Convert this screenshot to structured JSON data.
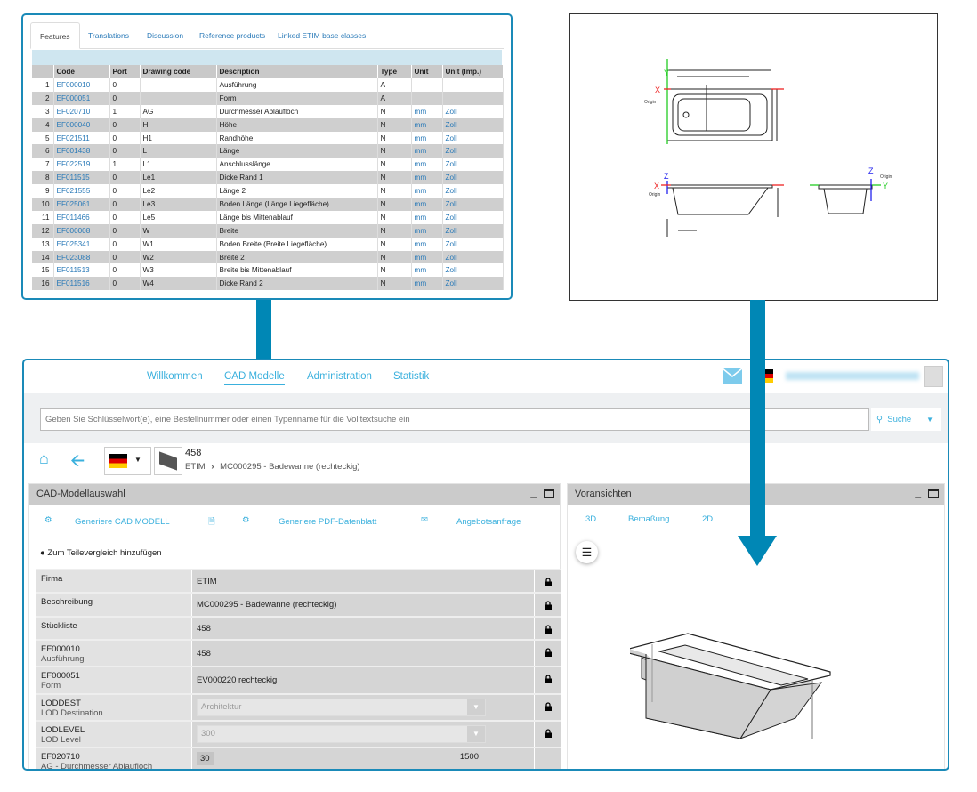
{
  "features_panel": {
    "tabs": [
      "Features",
      "Translations",
      "Discussion",
      "Reference products",
      "Linked ETIM base classes"
    ],
    "columns": [
      "",
      "Code",
      "Port",
      "Drawing code",
      "Description",
      "Type",
      "Unit",
      "Unit (Imp.)"
    ],
    "rows": [
      [
        "1",
        "EF000010",
        "0",
        "",
        "Ausführung",
        "A",
        "",
        ""
      ],
      [
        "2",
        "EF000051",
        "0",
        "",
        "Form",
        "A",
        "",
        ""
      ],
      [
        "3",
        "EF020710",
        "1",
        "AG",
        "Durchmesser Ablaufloch",
        "N",
        "mm",
        "Zoll"
      ],
      [
        "4",
        "EF000040",
        "0",
        "H",
        "Höhe",
        "N",
        "mm",
        "Zoll"
      ],
      [
        "5",
        "EF021511",
        "0",
        "H1",
        "Randhöhe",
        "N",
        "mm",
        "Zoll"
      ],
      [
        "6",
        "EF001438",
        "0",
        "L",
        "Länge",
        "N",
        "mm",
        "Zoll"
      ],
      [
        "7",
        "EF022519",
        "1",
        "L1",
        "Anschlusslänge",
        "N",
        "mm",
        "Zoll"
      ],
      [
        "8",
        "EF011515",
        "0",
        "Le1",
        "Dicke Rand 1",
        "N",
        "mm",
        "Zoll"
      ],
      [
        "9",
        "EF021555",
        "0",
        "Le2",
        "Länge 2",
        "N",
        "mm",
        "Zoll"
      ],
      [
        "10",
        "EF025061",
        "0",
        "Le3",
        "Boden Länge (Länge Liegefläche)",
        "N",
        "mm",
        "Zoll"
      ],
      [
        "11",
        "EF011466",
        "0",
        "Le5",
        "Länge bis Mittenablauf",
        "N",
        "mm",
        "Zoll"
      ],
      [
        "12",
        "EF000008",
        "0",
        "W",
        "Breite",
        "N",
        "mm",
        "Zoll"
      ],
      [
        "13",
        "EF025341",
        "0",
        "W1",
        "Boden Breite (Breite Liegefläche)",
        "N",
        "mm",
        "Zoll"
      ],
      [
        "14",
        "EF023088",
        "0",
        "W2",
        "Breite 2",
        "N",
        "mm",
        "Zoll"
      ],
      [
        "15",
        "EF011513",
        "0",
        "W3",
        "Breite bis Mittenablauf",
        "N",
        "mm",
        "Zoll"
      ],
      [
        "16",
        "EF011516",
        "0",
        "W4",
        "Dicke Rand 2",
        "N",
        "mm",
        "Zoll"
      ]
    ]
  },
  "drawing": {
    "axis_x": "X",
    "axis_y": "Y",
    "axis_z": "Z",
    "origin": "Origin"
  },
  "app": {
    "nav": [
      "Willkommen",
      "CAD Modelle",
      "Administration",
      "Statistik"
    ],
    "search_placeholder": "Geben Sie Schlüsselwort(e), eine Bestellnummer oder einen Typenname für die Volltextsuche ein",
    "search_button": "Suche",
    "product_number": "458",
    "breadcrumb": [
      "ETIM",
      "MC000295 - Badewanne (rechteckig)"
    ],
    "breadcrumb_sep": "›",
    "left_panel": {
      "title": "CAD-Modellauswahl",
      "actions": [
        "Generiere CAD MODELL",
        "Generiere PDF-Datenblatt",
        "Angebotsanfrage"
      ],
      "compare": "Zum Teilevergleich hinzufügen",
      "rows": [
        {
          "label": "Firma",
          "sub": "",
          "value": "ETIM"
        },
        {
          "label": "Beschreibung",
          "sub": "",
          "value": "MC000295 - Badewanne (rechteckig)"
        },
        {
          "label": "Stückliste",
          "sub": "",
          "value": "458"
        },
        {
          "label": "EF000010",
          "sub": "Ausführung",
          "value": "458"
        },
        {
          "label": "EF000051",
          "sub": "Form",
          "value": "EV000220 rechteckig"
        },
        {
          "label": "LODDEST",
          "sub": "LOD Destination",
          "value": "Architektur"
        },
        {
          "label": "LODLEVEL",
          "sub": "LOD Level",
          "value": "300"
        },
        {
          "label": "EF020710",
          "sub": "AG - Durchmesser Ablaufloch",
          "min": "30",
          "max": "1500"
        }
      ]
    },
    "right_panel": {
      "title": "Voransichten",
      "tabs": [
        "3D",
        "Bemaßung",
        "2D"
      ]
    }
  },
  "colors": {
    "accent": "#0087b5",
    "link": "#3ab0dd"
  }
}
